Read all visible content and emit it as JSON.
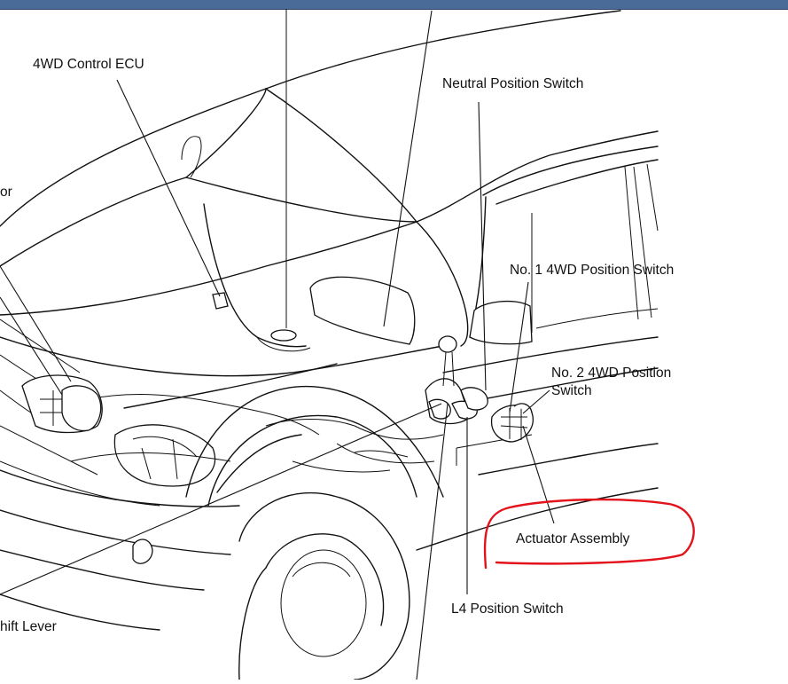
{
  "labels": {
    "ecu": "4WD Control ECU",
    "neutral": "Neutral Position Switch",
    "or_partial": "or",
    "no1": "No. 1 4WD Position Switch",
    "no2_line1": "No. 2 4WD Position",
    "no2_line2": "Switch",
    "actuator": "Actuator Assembly",
    "l4": "L4 Position Switch",
    "shift_partial": "hift Lever"
  },
  "colors": {
    "window_bar": "#4a6b98",
    "highlight": "#e3121b",
    "line_art": "#111111"
  }
}
